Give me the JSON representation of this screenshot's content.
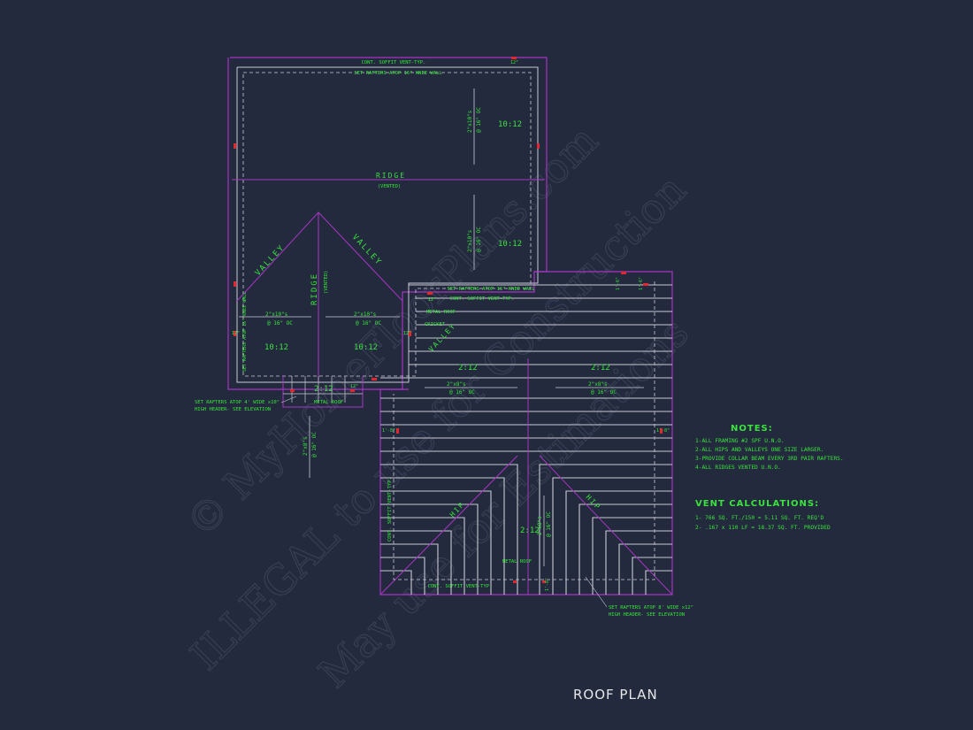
{
  "title": "ROOF PLAN",
  "watermark": {
    "line1": "© MyHomeFloorPlans.com",
    "line2": "ILLEGAL to use for Construction",
    "line3": "May use for Estimations"
  },
  "labels": {
    "cont_soffit_top": "CONT. SOFFIT VENT-TYP.",
    "set_rafters_top": "SET RAFTERS ATOP 16\" KNEE WALL",
    "rafter_size_a": "2\"x10\"s",
    "rafter_size_b": "2\"x8\"s",
    "rafter_spacing": "@ 16\" OC",
    "pitch_1012": "10:12",
    "pitch_212": "2:12",
    "ridge": "RIDGE",
    "vented": "(VENTED)",
    "valley": "VALLEY",
    "hip": "HIP",
    "metal_roof": "METAL ROOF",
    "cricket": "CRICKET",
    "set_rafters_mid": "SET RAFTERS ATOP 16\" KNEE WALL",
    "cont_soffit_mid": "CONT. SOFFIT VENT-TYP.",
    "set_rafters_knee_v": "SET RAFTERS ATOP 16\" KNEE WALL",
    "cont_soffit_v": "CONT. SOFFIT VENT-TYP.",
    "set_rafters_4_l1": "SET RAFTERS ATOP 4' WIDE x10\"",
    "set_rafters_4_l2": "HIGH HEADER- SEE ELEVATION",
    "set_rafters_8_l1": "SET RAFTERS ATOP 8' WIDE x12\"",
    "set_rafters_8_l2": "HIGH HEADER- SEE ELEVATION",
    "cont_soffit_bottom": "CONT. SOFFIT VENT-TYP.",
    "dim_1_8": "1'-8\"",
    "dim_12": "12\"",
    "dim_1_6": "1'-6\""
  },
  "notes": {
    "title": "NOTES:",
    "items": [
      "1-ALL FRAMING #2 SPF U.N.O.",
      "2-ALL HIPS AND VALLEYS ONE SIZE LARGER.",
      "3-PROVIDE COLLAR BEAM EVERY 3RD PAIR RAFTERS.",
      "4-ALL RIDGES VENTED U.N.O."
    ]
  },
  "vent_calculations": {
    "title": "VENT CALCULATIONS:",
    "items": [
      "1- 766 SQ. FT./150 = 5.11 SQ. FT. REQ'D",
      "2- .167 x 110 LF = 18.37 SQ. FT. PROVIDED"
    ]
  },
  "colors": {
    "background": "#242a3d",
    "outline": "#a635c4",
    "linework": "#c8cad4",
    "text_green": "#38e43c",
    "marker_red": "#e0282e",
    "title_white": "#e6e6ea"
  }
}
